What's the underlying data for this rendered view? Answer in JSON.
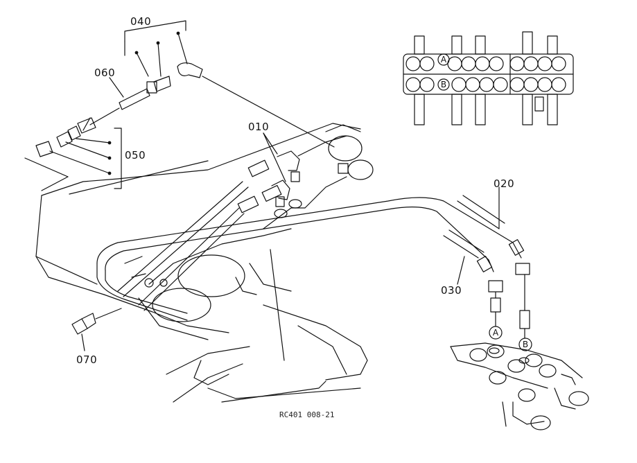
{
  "parts": [
    {
      "id": "p040",
      "label": "040"
    },
    {
      "id": "p060",
      "label": "060"
    },
    {
      "id": "p010",
      "label": "010"
    },
    {
      "id": "p050",
      "label": "050"
    },
    {
      "id": "p020",
      "label": "020"
    },
    {
      "id": "p030",
      "label": "030"
    },
    {
      "id": "p070",
      "label": "070"
    }
  ],
  "port_markers": {
    "a": "A",
    "b": "B"
  },
  "drawing_ref": "RC401 008-21",
  "colors": {
    "ink": "#111111",
    "paper": "#ffffff"
  }
}
